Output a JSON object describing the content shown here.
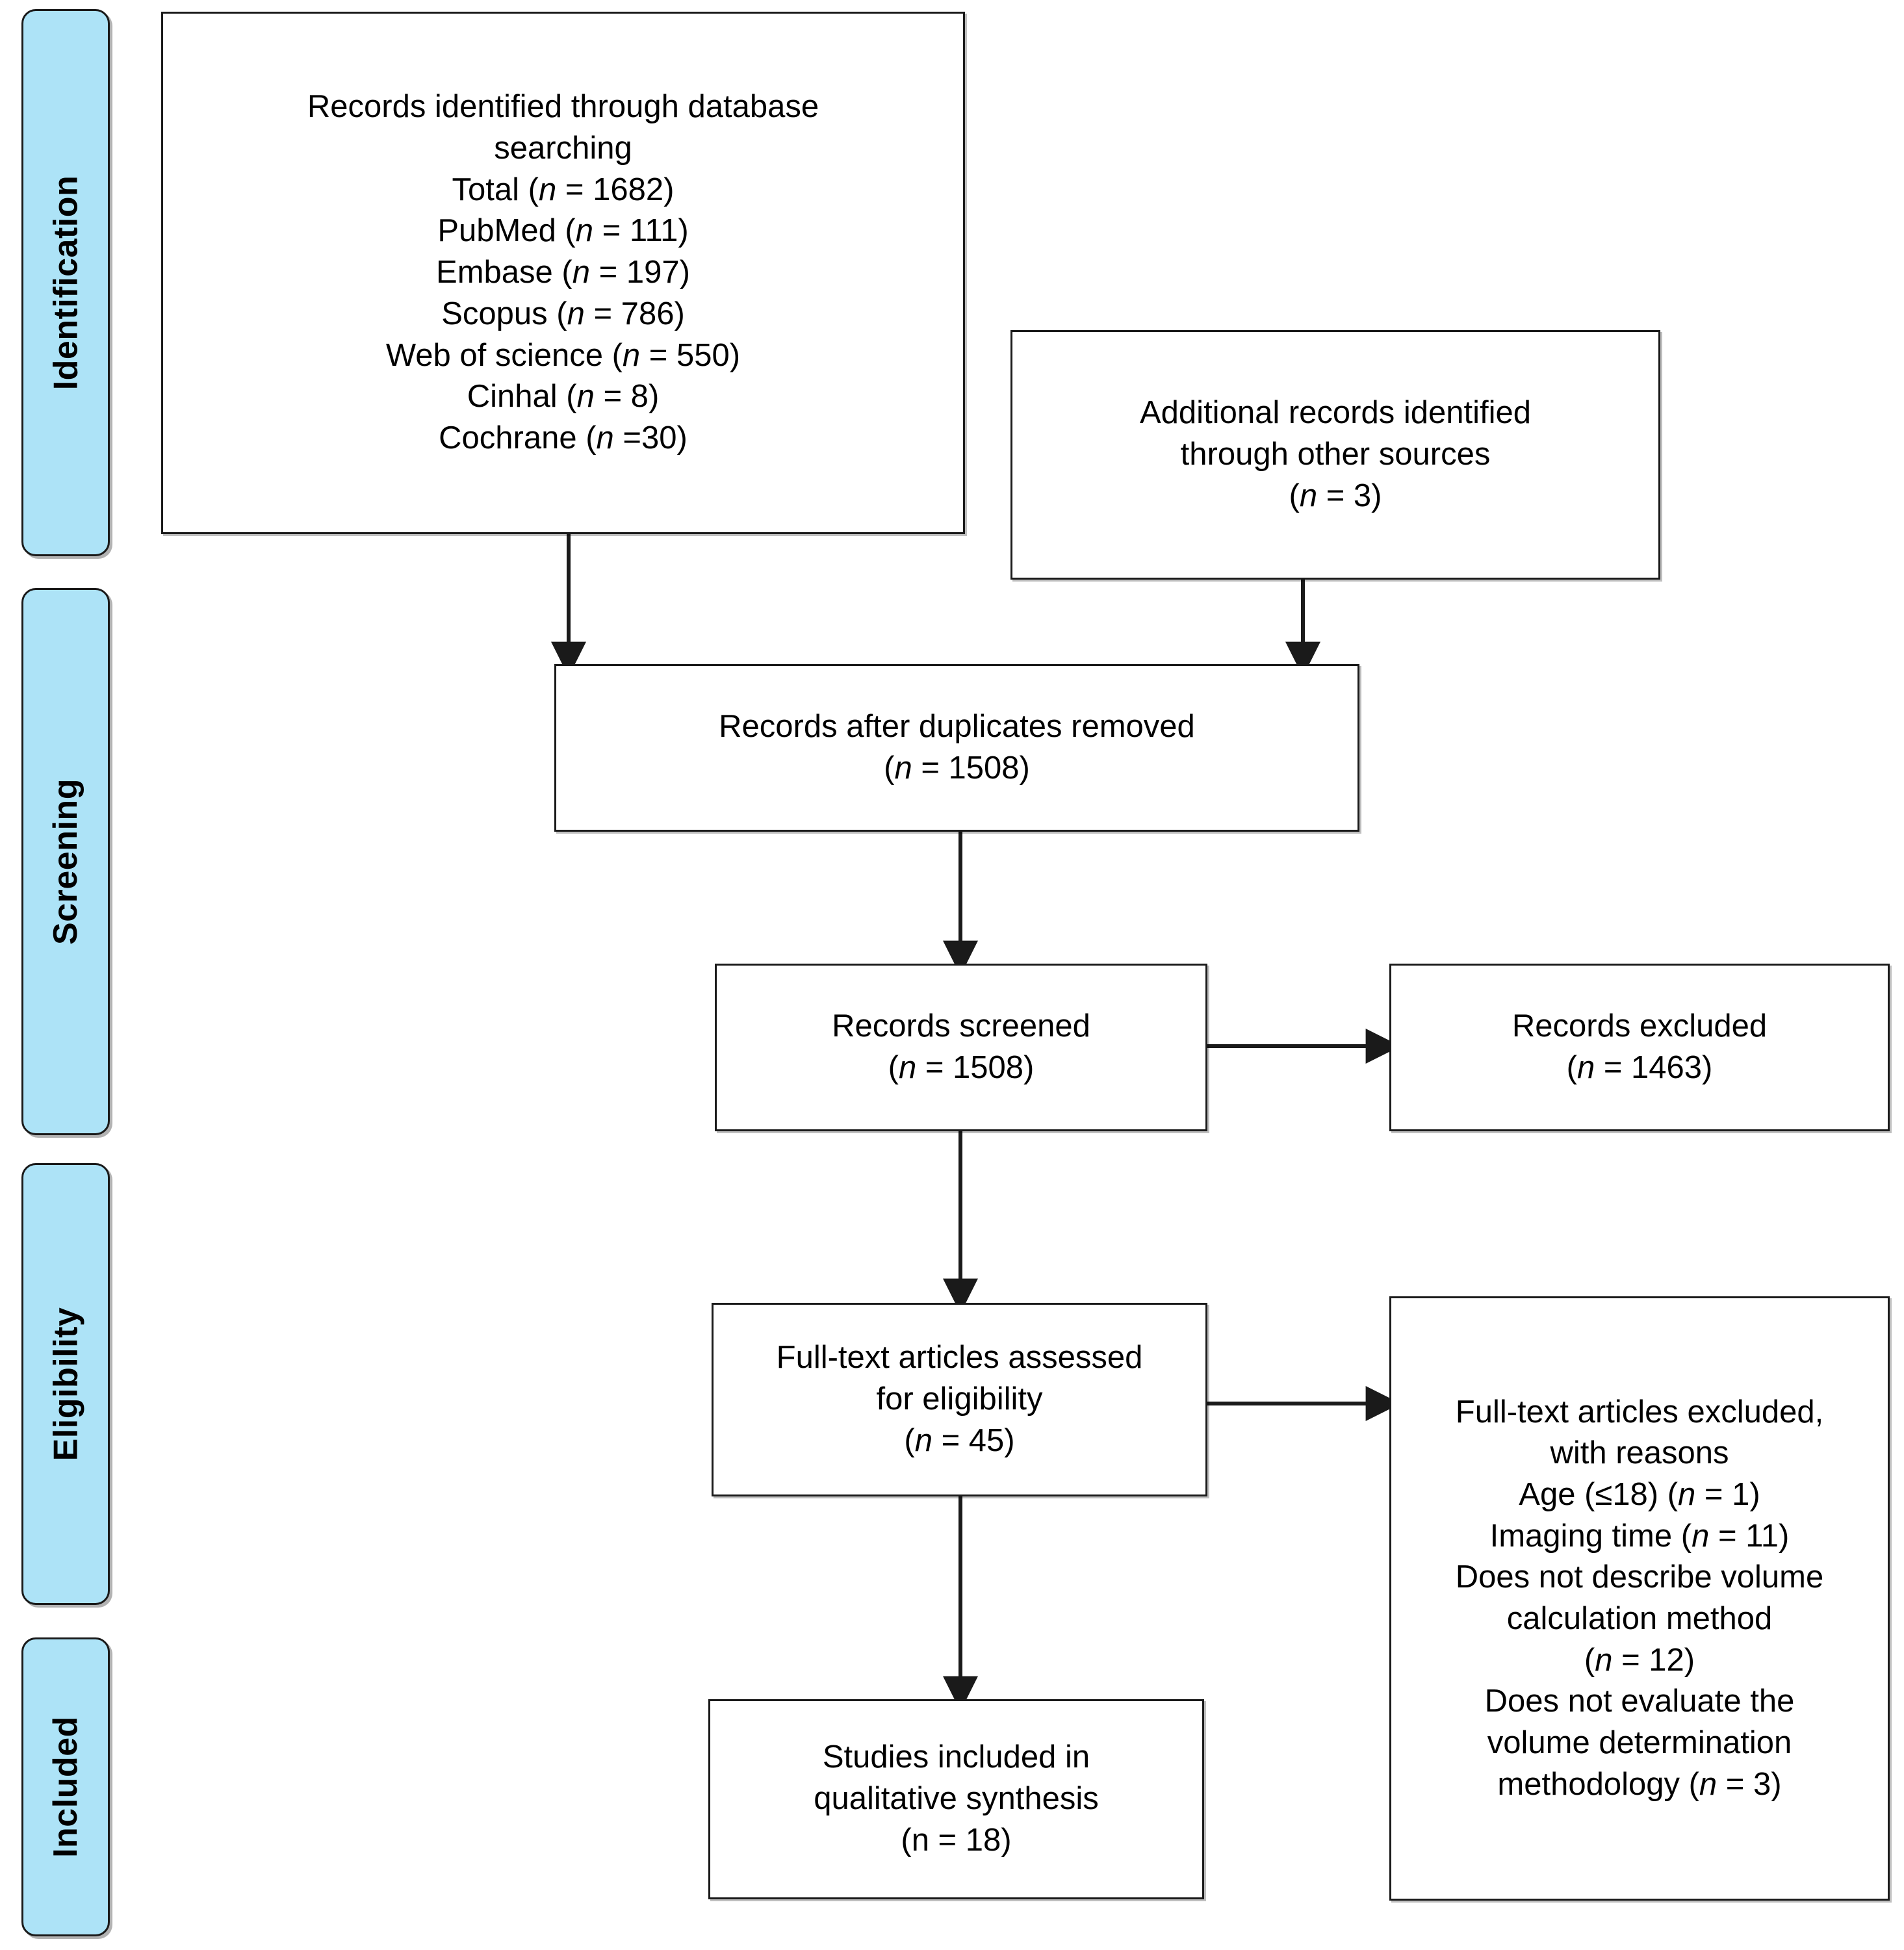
{
  "diagram": {
    "type": "prisma-flow-diagram",
    "accent_color": "#ADE3F7",
    "line_color": "#1a1a1a",
    "background": "#ffffff"
  },
  "stages": [
    {
      "label": "Identification"
    },
    {
      "label": "Screening"
    },
    {
      "label": "Eligibility"
    },
    {
      "label": "Included"
    }
  ],
  "boxes": {
    "identification_database": {
      "lines": [
        "Records identified through database",
        "searching",
        "Total (n = 1682)",
        "PubMed (n = 111)",
        "Embase (n = 197)",
        "Scopus (n = 786)",
        "Web of science (n = 550)",
        "Cinhal (n = 8)",
        "Cochrane (n =30)"
      ]
    },
    "identification_other": {
      "lines": [
        "Additional records identified",
        "through other sources",
        "(n = 3)"
      ]
    },
    "duplicates_removed": {
      "lines": [
        "Records after duplicates removed",
        "(n = 1508)"
      ]
    },
    "records_screened": {
      "lines": [
        "Records screened",
        "(n = 1508)"
      ]
    },
    "records_excluded": {
      "lines": [
        "Records excluded",
        "(n = 1463)"
      ]
    },
    "fulltext_assessed": {
      "lines": [
        "Full-text articles assessed",
        "for eligibility",
        "(n = 45)"
      ]
    },
    "fulltext_excluded": {
      "lines": [
        "Full-text articles excluded,",
        "with reasons",
        "Age (≤18) (n = 1)",
        "Imaging time (n = 11)",
        "Does not describe volume",
        "calculation method",
        "(n = 12)",
        "Does not evaluate the",
        "volume determination",
        "methodology (n = 3)"
      ]
    },
    "studies_included": {
      "lines": [
        "Studies included in",
        "qualitative synthesis",
        "(n = 18)"
      ]
    }
  }
}
